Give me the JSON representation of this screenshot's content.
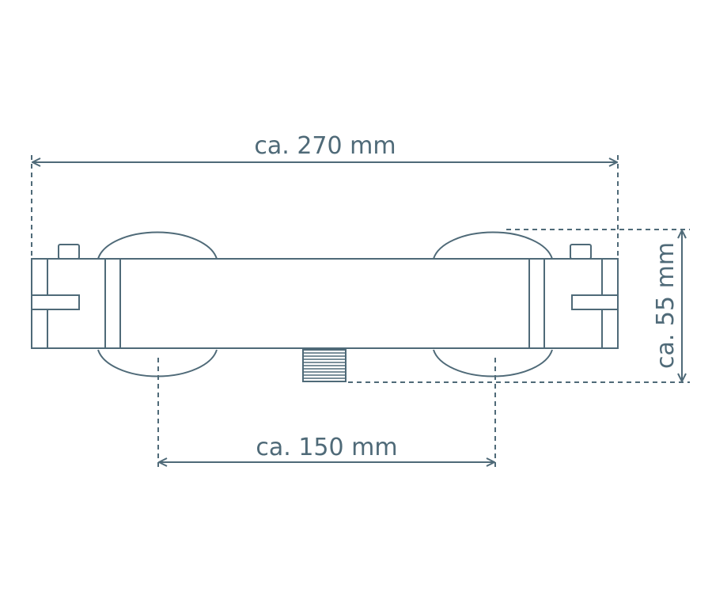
{
  "colors": {
    "stroke": "#4f6a78",
    "background": "#ffffff"
  },
  "dimensions": {
    "width_label": "ca. 270 mm",
    "spacing_label": "ca. 150 mm",
    "height_label": "ca. 55 mm"
  }
}
